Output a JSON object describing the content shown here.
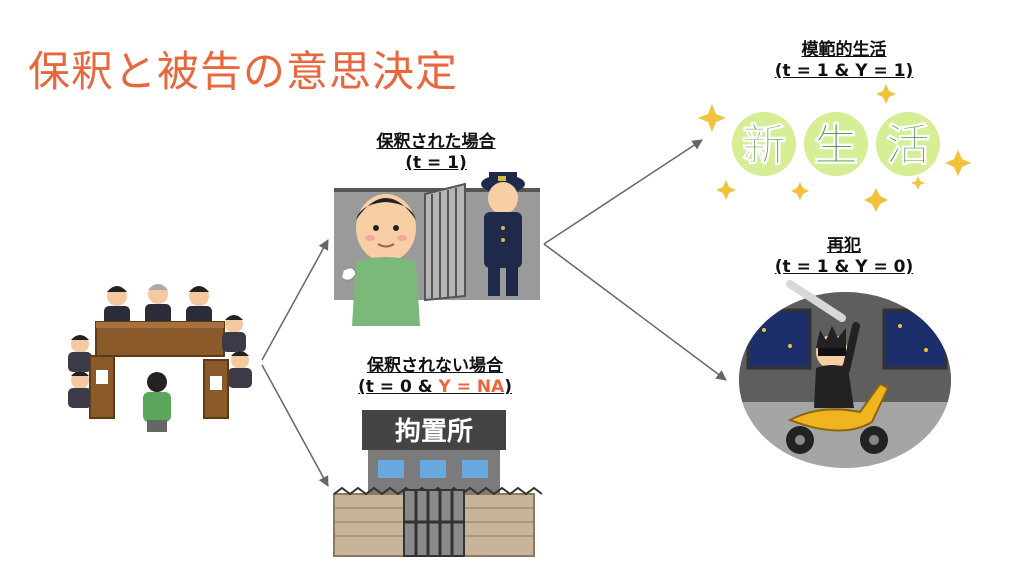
{
  "title": "保釈と被告の意思決定",
  "colors": {
    "accent": "#e8673c",
    "arrow": "#666666"
  },
  "nodes": {
    "released": {
      "label": "保釈された場合",
      "condition": "(t = 1)"
    },
    "not_released": {
      "label": "保釈されない場合",
      "condition_prefix": "(t = 0 & ",
      "condition_highlight": "Y = NA",
      "condition_suffix": ")",
      "building_sign": "拘置所"
    },
    "model_life": {
      "label": "模範的生活",
      "condition": "(t = 1 & Y = 1)",
      "banner": [
        "新",
        "生",
        "活"
      ]
    },
    "reoffend": {
      "label": "再犯",
      "condition": "(t = 1 & Y = 0)"
    }
  }
}
